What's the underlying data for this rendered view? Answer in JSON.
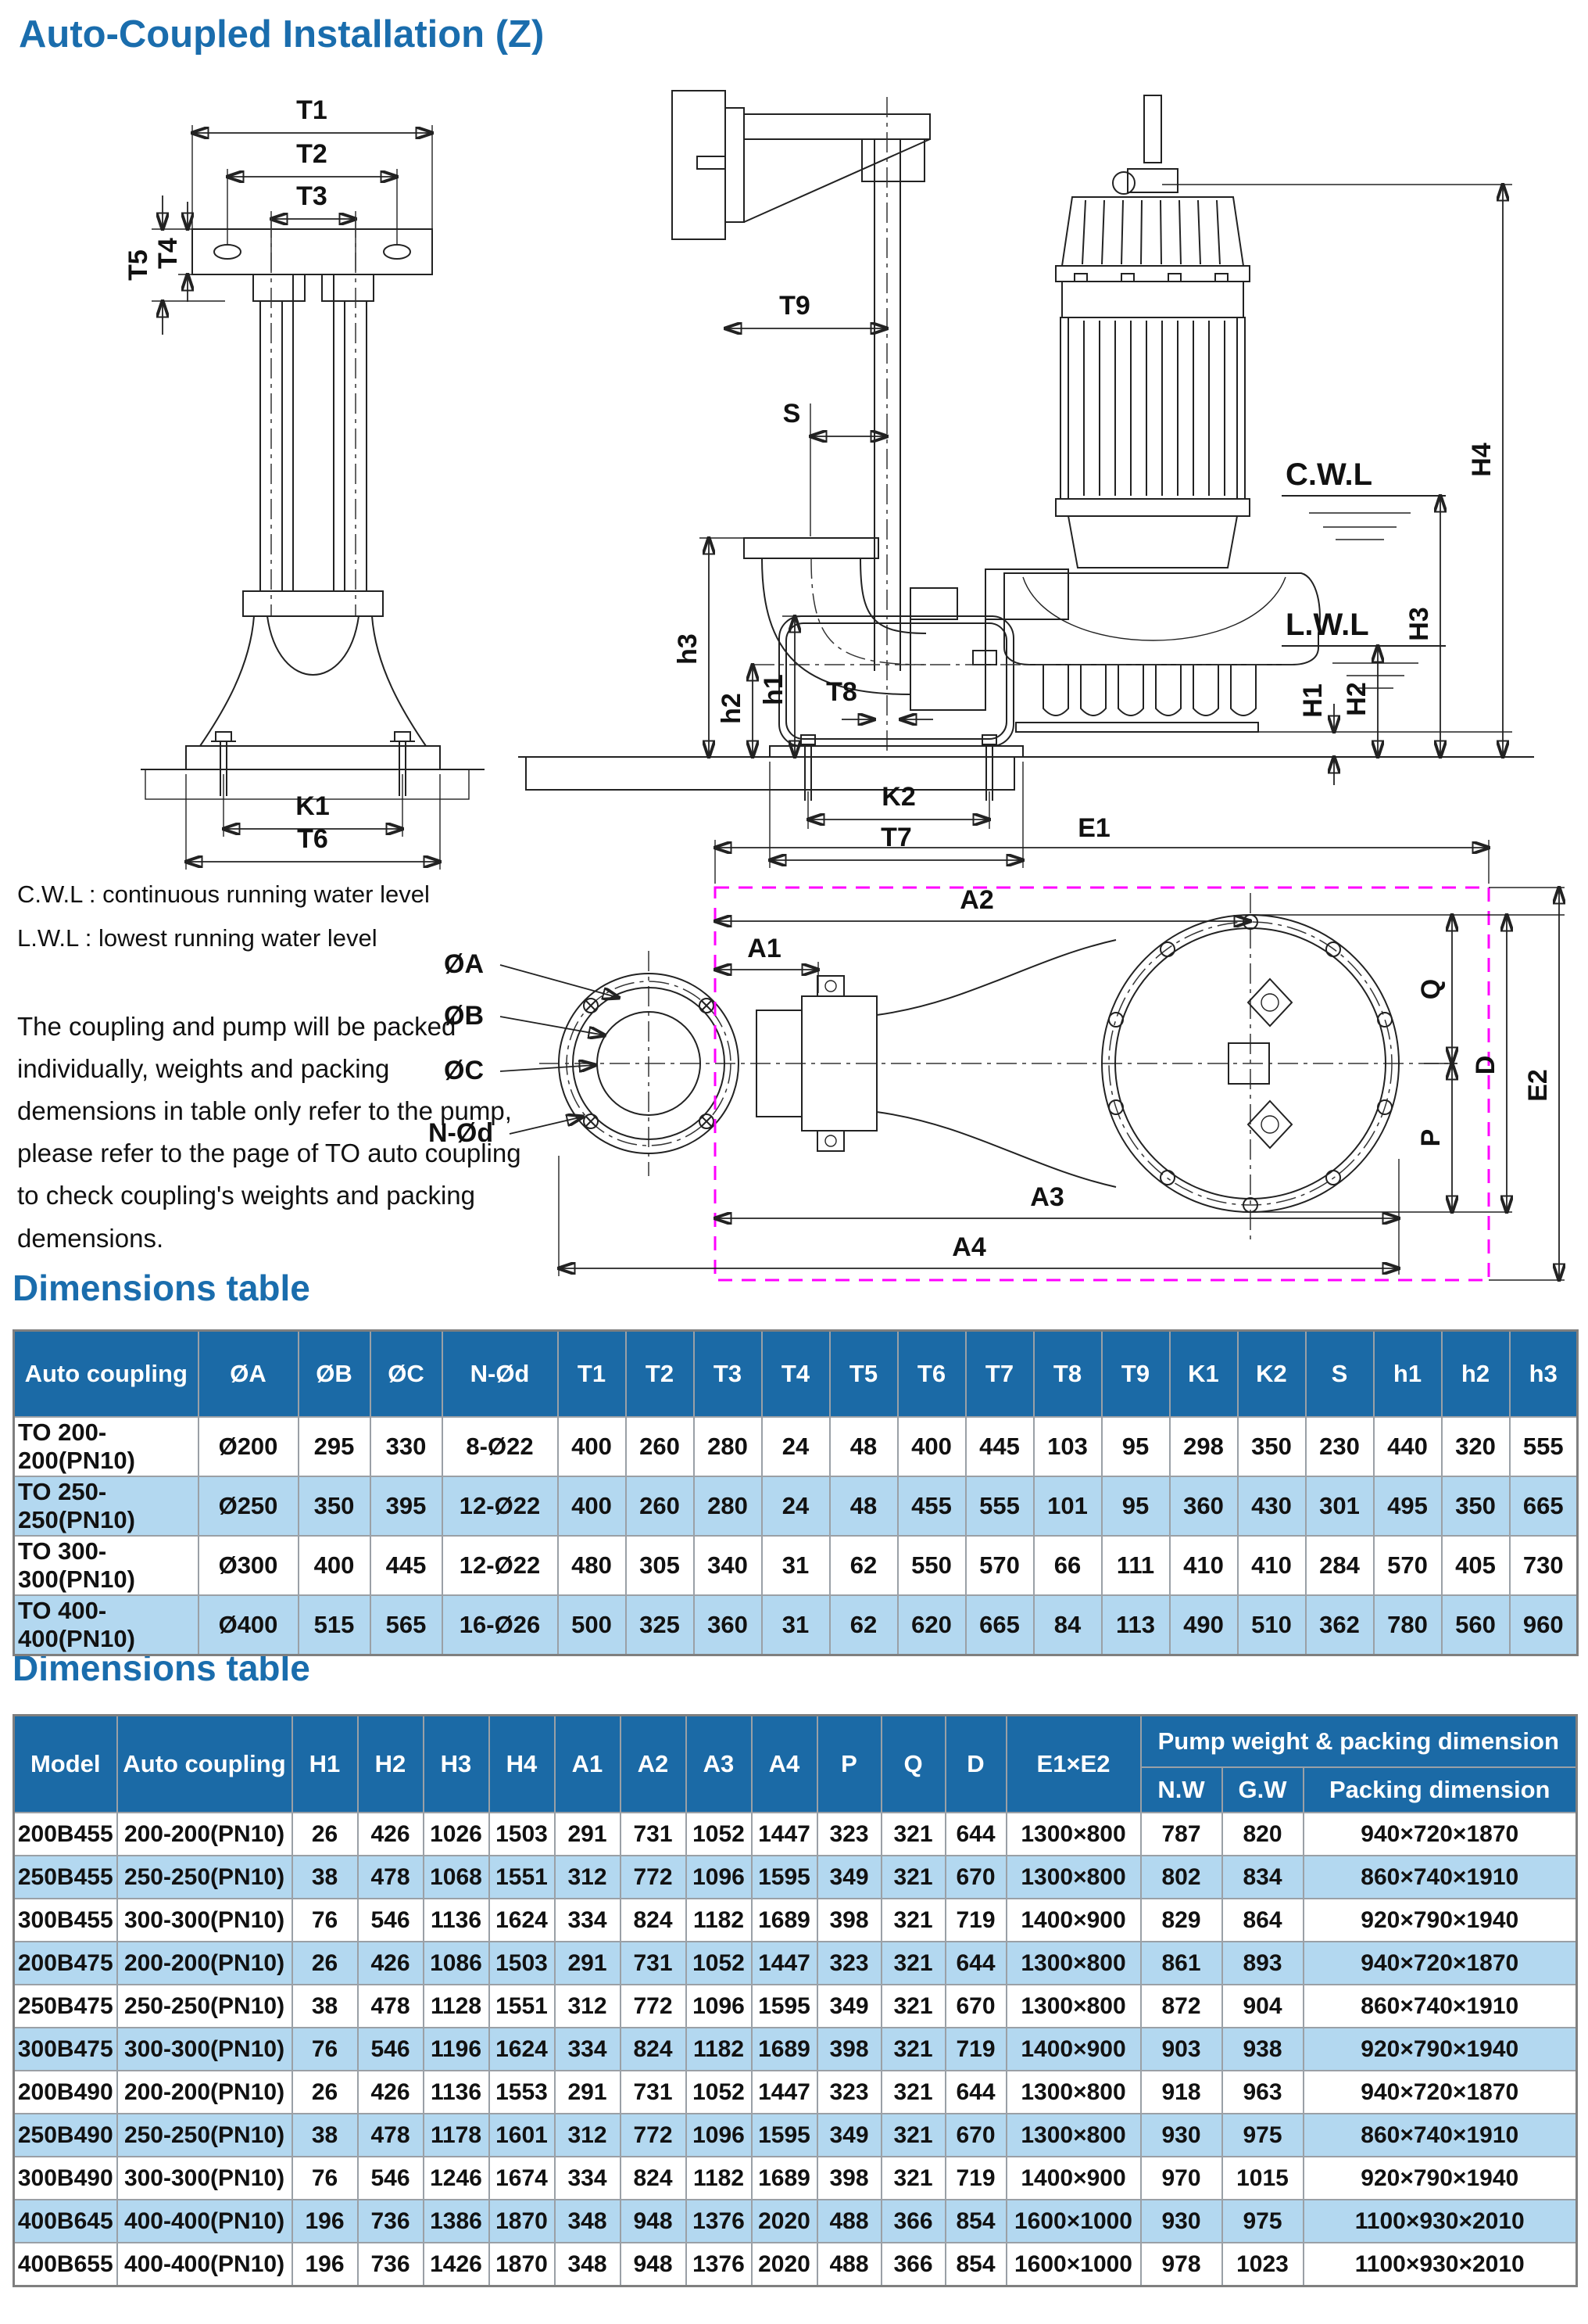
{
  "page_title": "Auto-Coupled Installation (Z)",
  "legend": {
    "cwl": "C.W.L : continuous running water level",
    "lwl": "L.W.L :  lowest running water level"
  },
  "note": "The coupling and pump will be packed individually, weights and packing demensions in table only refer to the pump, please refer to the page of TO auto coupling to check coupling's weights and packing demensions.",
  "colors": {
    "accent_blue": "#1a6dad",
    "table_header_blue": "#1b6aa6",
    "row_alt_blue": "#b3d8f0",
    "magenta_outline": "#ff00ff"
  },
  "drawings": {
    "front_view": {
      "T1": "T1",
      "T2": "T2",
      "T3": "T3",
      "T4": "T4",
      "T5": "T5",
      "K1": "K1",
      "T6": "T6"
    },
    "side_view": {
      "T9": "T9",
      "S": "S",
      "CWL": "C.W.L",
      "LWL": "L.W.L",
      "H1": "H1",
      "H2": "H2",
      "H3": "H3",
      "H4": "H4",
      "h1": "h1",
      "h2": "h2",
      "h3": "h3",
      "T8": "T8",
      "K2": "K2",
      "T7": "T7"
    },
    "plan_view": {
      "E1": "E1",
      "E2": "E2",
      "A1": "A1",
      "A2": "A2",
      "A3": "A3",
      "A4": "A4",
      "OA": "ØA",
      "OB": "ØB",
      "OC": "ØC",
      "NOd": "N-Ød",
      "P": "P",
      "Q": "Q",
      "D": "D"
    }
  },
  "section1_title": "Dimensions table",
  "section2_title": "Dimensions table",
  "table1": {
    "columns": [
      "Auto coupling",
      "ØA",
      "ØB",
      "ØC",
      "N-Ød",
      "T1",
      "T2",
      "T3",
      "T4",
      "T5",
      "T6",
      "T7",
      "T8",
      "T9",
      "K1",
      "K2",
      "S",
      "h1",
      "h2",
      "h3"
    ],
    "rows": [
      [
        "TO 200-200(PN10)",
        "Ø200",
        "295",
        "330",
        "8-Ø22",
        "400",
        "260",
        "280",
        "24",
        "48",
        "400",
        "445",
        "103",
        "95",
        "298",
        "350",
        "230",
        "440",
        "320",
        "555"
      ],
      [
        "TO 250-250(PN10)",
        "Ø250",
        "350",
        "395",
        "12-Ø22",
        "400",
        "260",
        "280",
        "24",
        "48",
        "455",
        "555",
        "101",
        "95",
        "360",
        "430",
        "301",
        "495",
        "350",
        "665"
      ],
      [
        "TO 300-300(PN10)",
        "Ø300",
        "400",
        "445",
        "12-Ø22",
        "480",
        "305",
        "340",
        "31",
        "62",
        "550",
        "570",
        "66",
        "111",
        "410",
        "410",
        "284",
        "570",
        "405",
        "730"
      ],
      [
        "TO 400-400(PN10)",
        "Ø400",
        "515",
        "565",
        "16-Ø26",
        "500",
        "325",
        "360",
        "31",
        "62",
        "620",
        "665",
        "84",
        "113",
        "490",
        "510",
        "362",
        "780",
        "560",
        "960"
      ]
    ]
  },
  "table2": {
    "group_header": "Pump weight & packing dimension",
    "columns": [
      "Model",
      "Auto coupling",
      "H1",
      "H2",
      "H3",
      "H4",
      "A1",
      "A2",
      "A3",
      "A4",
      "P",
      "Q",
      "D",
      "E1×E2"
    ],
    "sub_columns": [
      "N.W",
      "G.W",
      "Packing dimension"
    ],
    "rows": [
      [
        "200B455",
        "200-200(PN10)",
        "26",
        "426",
        "1026",
        "1503",
        "291",
        "731",
        "1052",
        "1447",
        "323",
        "321",
        "644",
        "1300×800",
        "787",
        "820",
        "940×720×1870"
      ],
      [
        "250B455",
        "250-250(PN10)",
        "38",
        "478",
        "1068",
        "1551",
        "312",
        "772",
        "1096",
        "1595",
        "349",
        "321",
        "670",
        "1300×800",
        "802",
        "834",
        "860×740×1910"
      ],
      [
        "300B455",
        "300-300(PN10)",
        "76",
        "546",
        "1136",
        "1624",
        "334",
        "824",
        "1182",
        "1689",
        "398",
        "321",
        "719",
        "1400×900",
        "829",
        "864",
        "920×790×1940"
      ],
      [
        "200B475",
        "200-200(PN10)",
        "26",
        "426",
        "1086",
        "1503",
        "291",
        "731",
        "1052",
        "1447",
        "323",
        "321",
        "644",
        "1300×800",
        "861",
        "893",
        "940×720×1870"
      ],
      [
        "250B475",
        "250-250(PN10)",
        "38",
        "478",
        "1128",
        "1551",
        "312",
        "772",
        "1096",
        "1595",
        "349",
        "321",
        "670",
        "1300×800",
        "872",
        "904",
        "860×740×1910"
      ],
      [
        "300B475",
        "300-300(PN10)",
        "76",
        "546",
        "1196",
        "1624",
        "334",
        "824",
        "1182",
        "1689",
        "398",
        "321",
        "719",
        "1400×900",
        "903",
        "938",
        "920×790×1940"
      ],
      [
        "200B490",
        "200-200(PN10)",
        "26",
        "426",
        "1136",
        "1553",
        "291",
        "731",
        "1052",
        "1447",
        "323",
        "321",
        "644",
        "1300×800",
        "918",
        "963",
        "940×720×1870"
      ],
      [
        "250B490",
        "250-250(PN10)",
        "38",
        "478",
        "1178",
        "1601",
        "312",
        "772",
        "1096",
        "1595",
        "349",
        "321",
        "670",
        "1300×800",
        "930",
        "975",
        "860×740×1910"
      ],
      [
        "300B490",
        "300-300(PN10)",
        "76",
        "546",
        "1246",
        "1674",
        "334",
        "824",
        "1182",
        "1689",
        "398",
        "321",
        "719",
        "1400×900",
        "970",
        "1015",
        "920×790×1940"
      ],
      [
        "400B645",
        "400-400(PN10)",
        "196",
        "736",
        "1386",
        "1870",
        "348",
        "948",
        "1376",
        "2020",
        "488",
        "366",
        "854",
        "1600×1000",
        "930",
        "975",
        "1100×930×2010"
      ],
      [
        "400B655",
        "400-400(PN10)",
        "196",
        "736",
        "1426",
        "1870",
        "348",
        "948",
        "1376",
        "2020",
        "488",
        "366",
        "854",
        "1600×1000",
        "978",
        "1023",
        "1100×930×2010"
      ]
    ]
  }
}
